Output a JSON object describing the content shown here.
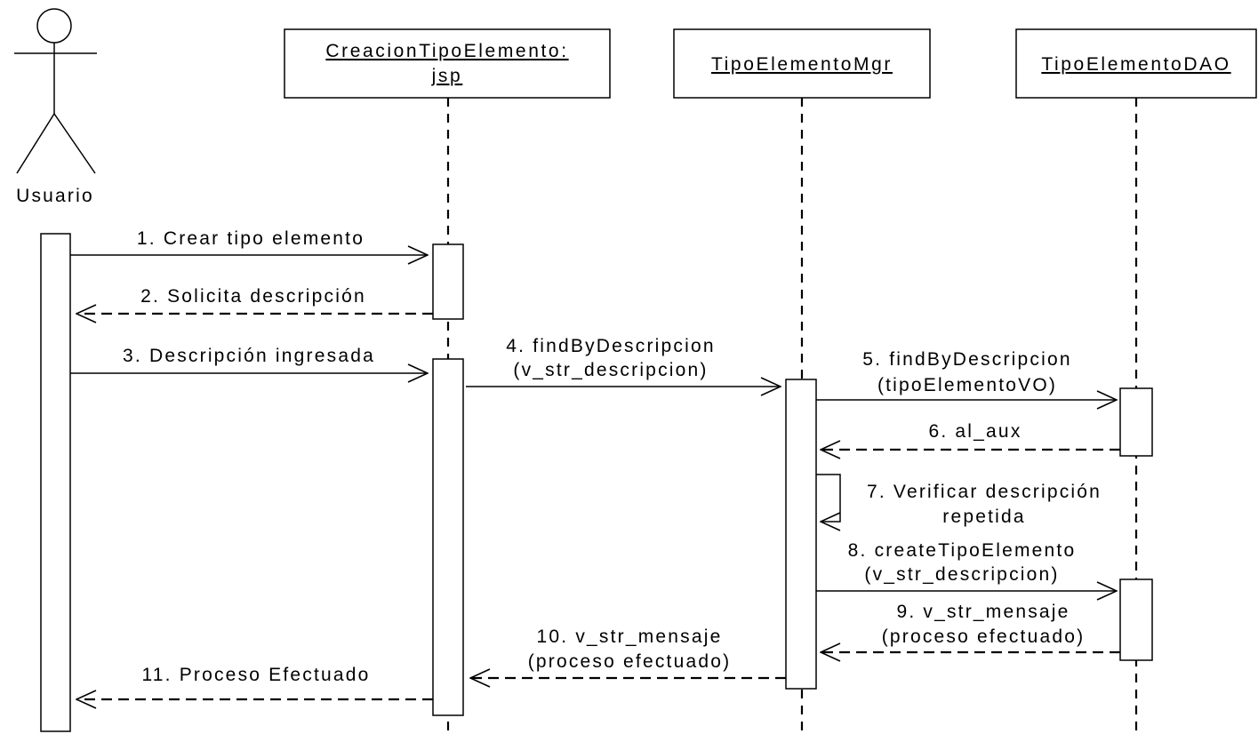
{
  "actor": {
    "name": "Usuario"
  },
  "lifelines": [
    {
      "key": "jsp",
      "label_line1": "CreacionTipoElemento:",
      "label_line2": "jsp"
    },
    {
      "key": "mgr",
      "label": "TipoElementoMgr"
    },
    {
      "key": "dao",
      "label": "TipoElementoDAO"
    }
  ],
  "messages": [
    {
      "n": 1,
      "from": "Usuario",
      "to": "jsp",
      "kind": "call",
      "lines": [
        "1. Crear tipo elemento"
      ]
    },
    {
      "n": 2,
      "from": "jsp",
      "to": "Usuario",
      "kind": "return",
      "lines": [
        "2. Solicita descripción"
      ]
    },
    {
      "n": 3,
      "from": "Usuario",
      "to": "jsp",
      "kind": "call",
      "lines": [
        "3. Descripción ingresada"
      ]
    },
    {
      "n": 4,
      "from": "jsp",
      "to": "mgr",
      "kind": "call",
      "lines": [
        "4. findByDescripcion",
        "(v_str_descripcion)"
      ]
    },
    {
      "n": 5,
      "from": "mgr",
      "to": "dao",
      "kind": "call",
      "lines": [
        "5. findByDescripcion",
        "(tipoElementoVO)"
      ]
    },
    {
      "n": 6,
      "from": "dao",
      "to": "mgr",
      "kind": "return",
      "lines": [
        "6. al_aux"
      ]
    },
    {
      "n": 7,
      "from": "mgr",
      "to": "mgr",
      "kind": "self",
      "lines": [
        "7. Verificar descripción",
        "repetida"
      ]
    },
    {
      "n": 8,
      "from": "mgr",
      "to": "dao",
      "kind": "call",
      "lines": [
        "8. createTipoElemento",
        "(v_str_descripcion)"
      ]
    },
    {
      "n": 9,
      "from": "dao",
      "to": "mgr",
      "kind": "return",
      "lines": [
        "9. v_str_mensaje",
        "(proceso efectuado)"
      ]
    },
    {
      "n": 10,
      "from": "mgr",
      "to": "jsp",
      "kind": "return",
      "lines": [
        "10. v_str_mensaje",
        "(proceso efectuado)"
      ]
    },
    {
      "n": 11,
      "from": "jsp",
      "to": "Usuario",
      "kind": "return",
      "lines": [
        "11. Proceso Efectuado"
      ]
    }
  ]
}
